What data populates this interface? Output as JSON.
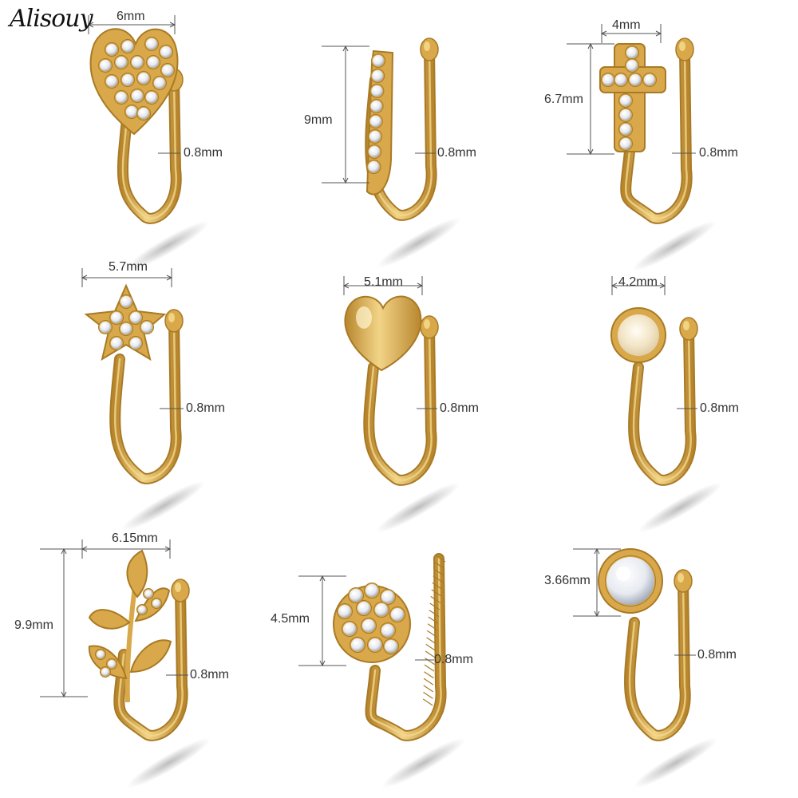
{
  "brand": "Alisouy",
  "colors": {
    "gold": "#d8a84a",
    "gold_light": "#f4d88a",
    "gold_dark": "#a97a25",
    "line": "#555555"
  },
  "items": [
    {
      "id": "heart-cz",
      "width": "6mm",
      "wire": "0.8mm"
    },
    {
      "id": "bar-cz",
      "height": "9mm",
      "wire": "0.8mm"
    },
    {
      "id": "cross-cz",
      "width": "4mm",
      "height": "6.7mm",
      "wire": "0.8mm"
    },
    {
      "id": "star-cz",
      "width": "5.7mm",
      "wire": "0.8mm"
    },
    {
      "id": "heart-plain",
      "width": "5.1mm",
      "wire": "0.8mm"
    },
    {
      "id": "opal",
      "width": "4.2mm",
      "wire": "0.8mm"
    },
    {
      "id": "leaf",
      "width": "6.15mm",
      "height": "9.9mm",
      "wire": "0.8mm"
    },
    {
      "id": "flower",
      "height": "4.5mm",
      "wire": "0.8mm"
    },
    {
      "id": "round-cz",
      "height": "3.66mm",
      "wire": "0.8mm"
    }
  ]
}
